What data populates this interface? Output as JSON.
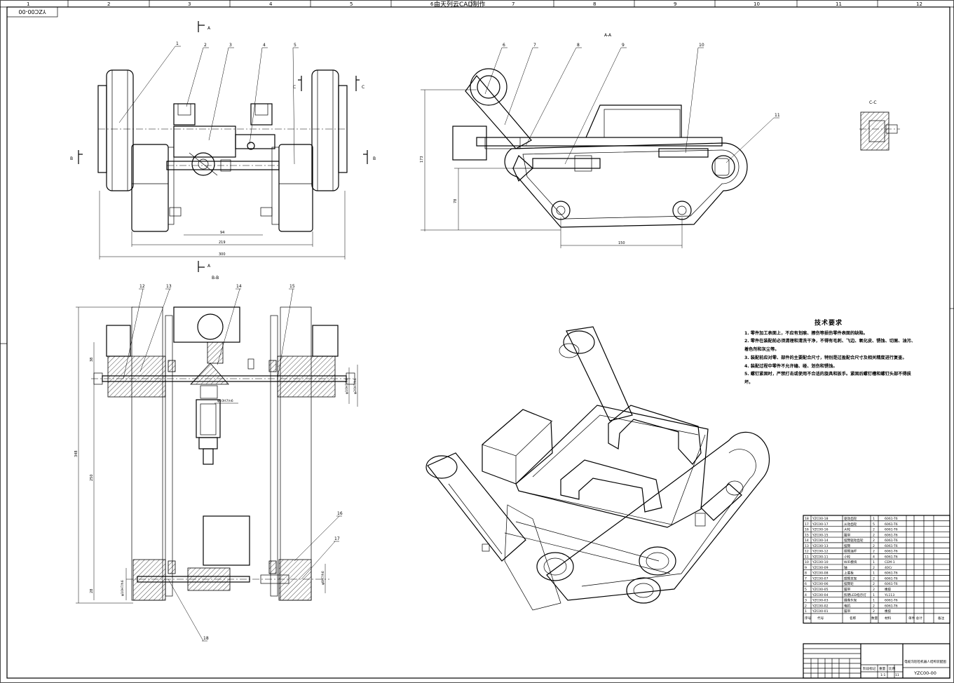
{
  "sheet": {
    "drawing_code": "YZC00-00",
    "header_note": "由天列云CAD制作",
    "zones": [
      "1",
      "2",
      "3",
      "4",
      "5",
      "6",
      "7",
      "8",
      "9",
      "10",
      "11",
      "12"
    ]
  },
  "views": {
    "section_aa": "A-A",
    "section_bb": "B-B",
    "section_cc": "C-C",
    "arrow_a": "A",
    "arrow_b": "B",
    "arrow_c": "C"
  },
  "dimensions": {
    "top_94": "94",
    "top_219": "219",
    "top_300": "300",
    "side_150": "150",
    "side_173": "173",
    "side_78": "78",
    "sec_348": "348",
    "sec_250": "250",
    "sec_38": "38",
    "sec_28": "28",
    "fit_1": "φ10H7/h6",
    "fit_2": "φ20H7/h6",
    "fit_3": "φ10H7/n6",
    "fit_4": "φ8H7/h6"
  },
  "balloons": [
    "1",
    "2",
    "3",
    "4",
    "5",
    "6",
    "7",
    "8",
    "9",
    "10",
    "11",
    "12",
    "13",
    "14",
    "15",
    "16",
    "17",
    "18"
  ],
  "requirements": {
    "title": "技术要求",
    "items": [
      "1. 零件加工表面上，不应有划痕、擦伤等损伤零件表面的缺陷。",
      "2. 零件在装配前必须清理和清洗干净，不得有毛刺、飞边、氧化皮、锈蚀、切屑、油污、",
      "着色剂和灰尘等。",
      "3. 装配前应对零、部件的主要配合尺寸，特别是过盈配合尺寸及相关精度进行复查。",
      "4. 装配过程中零件不允许磕、碰、划伤和锈蚀。",
      "5. 螺钉紧固时，严禁打击或使用不合适的旋具和扳手。紧固后螺钉槽和螺钉头部不得损",
      "坏。"
    ]
  },
  "bom": {
    "rows": [
      {
        "no": "18",
        "code": "YZC00-18",
        "name": "驱动齿轮",
        "qty": "1",
        "material": "6061-T6"
      },
      {
        "no": "17",
        "code": "YZC00-17",
        "name": "从动齿轮",
        "qty": "5",
        "material": "6061-T6"
      },
      {
        "no": "16",
        "code": "YZC00-16",
        "name": "大轮",
        "qty": "2",
        "material": "6061-T6"
      },
      {
        "no": "15",
        "code": "YZC00-15",
        "name": "履带",
        "qty": "2",
        "material": "6061-T6"
      },
      {
        "no": "14",
        "code": "YZC00-14",
        "name": "摆臂驱动齿轮",
        "qty": "2",
        "material": "6061-T6"
      },
      {
        "no": "13",
        "code": "YZC00-13",
        "name": "摆臂",
        "qty": "2",
        "material": "6061-T6"
      },
      {
        "no": "12",
        "code": "YZC00-12",
        "name": "摆臂连杆",
        "qty": "2",
        "material": "6061-T6"
      },
      {
        "no": "11",
        "code": "YZC00-11",
        "name": "小轮",
        "qty": "4",
        "material": "6061-T6"
      },
      {
        "no": "10",
        "code": "YZC00-10",
        "name": "WiFi模块",
        "qty": "1",
        "material": "CEM-1"
      },
      {
        "no": "9",
        "code": "YZC00-09",
        "name": "轴",
        "qty": "2",
        "material": "40Cr"
      },
      {
        "no": "8",
        "code": "YZC00-08",
        "name": "上底板",
        "qty": "1",
        "material": "6061-T6"
      },
      {
        "no": "7",
        "code": "YZC00-07",
        "name": "摆臂支架",
        "qty": "2",
        "material": "6061-T6"
      },
      {
        "no": "6",
        "code": "YZC00-06",
        "name": "摆臂轮",
        "qty": "2",
        "material": "6061-T6"
      },
      {
        "no": "5",
        "code": "YZC00-05",
        "name": "履带",
        "qty": "2",
        "material": "橡胶"
      },
      {
        "no": "4",
        "code": "YZC00-04",
        "name": "照明LED指示灯",
        "qty": "1",
        "material": "YL113"
      },
      {
        "no": "3",
        "code": "YZC00-03",
        "name": "摄像头架",
        "qty": "1",
        "material": "6061-T6"
      },
      {
        "no": "2",
        "code": "YZC00-02",
        "name": "电机",
        "qty": "2",
        "material": "6061-T6"
      },
      {
        "no": "1",
        "code": "YZC00-01",
        "name": "履带",
        "qty": "2",
        "material": "橡胶"
      }
    ],
    "headers": {
      "no": "序号",
      "code": "代号",
      "name": "名称",
      "qty": "数量",
      "material": "材料",
      "mass": "单件 总计",
      "mass_unit": "重量",
      "note": "备注"
    },
    "title_block": {
      "title": "电缆沟巡检机器人结构装配图",
      "code": "YZC00-00",
      "scale": "1:1",
      "sheet": "11",
      "stage": "阶段标记",
      "weight": "重量",
      "ratio": "比例"
    }
  }
}
